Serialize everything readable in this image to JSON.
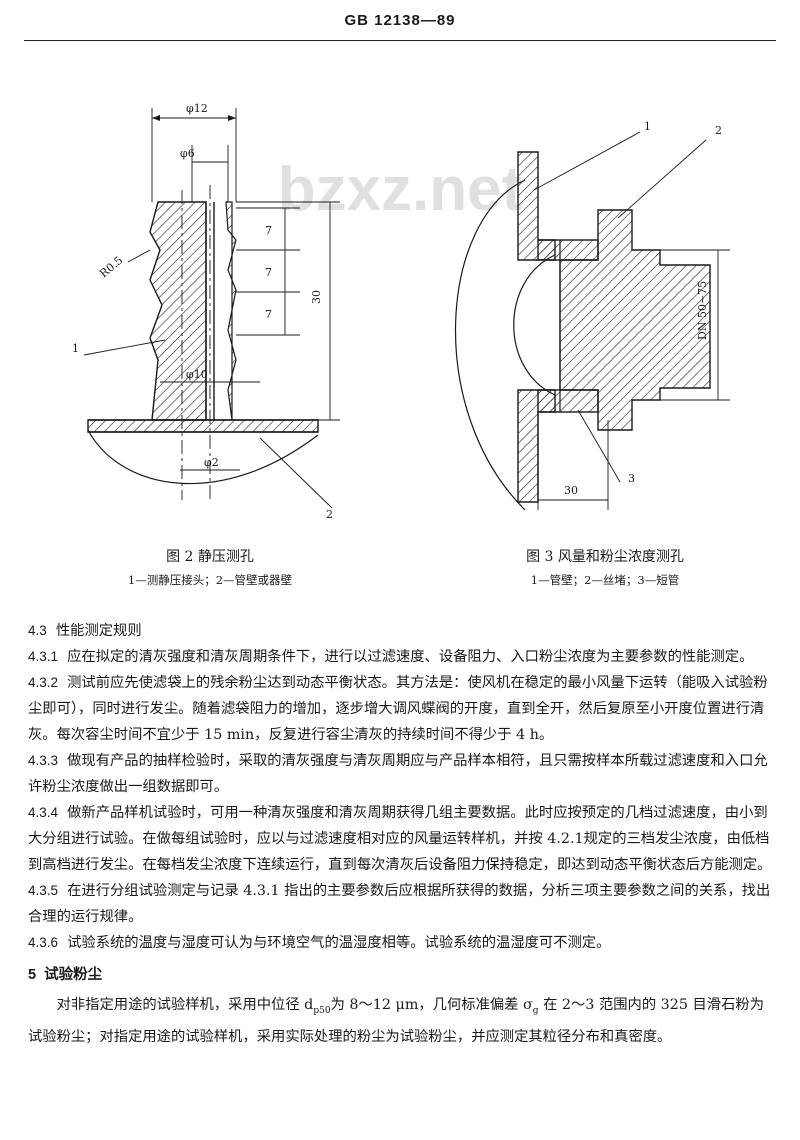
{
  "header": {
    "standard_code": "GB 12138—89"
  },
  "watermark": "bzxz.net",
  "figure2": {
    "caption": "图 2   静压测孔",
    "legend": "1—测静压接头；2—管壁或器壁",
    "dims": {
      "d12": "φ12",
      "d6": "φ6",
      "d10": "φ10",
      "d2": "φ2",
      "r05": "R0.5",
      "seg1": "7",
      "seg2": "7",
      "seg3": "7",
      "total": "30"
    },
    "callouts": {
      "c1": "1",
      "c2": "2"
    }
  },
  "figure3": {
    "caption": "图 3   风量和粉尘浓度测孔",
    "legend": "1—管壁；2—丝堵；3—短管",
    "dims": {
      "dn": "DN 50~75",
      "len": "30"
    },
    "callouts": {
      "c1": "1",
      "c2": "2",
      "c3": "3"
    }
  },
  "sections": [
    {
      "id": "4.3",
      "number": "4.3",
      "text": "性能测定规则"
    },
    {
      "id": "4.3.1",
      "number": "4.3.1",
      "text": "应在拟定的清灰强度和清灰周期条件下，进行以过滤速度、设备阻力、入口粉尘浓度为主要参数的性能测定。"
    },
    {
      "id": "4.3.2",
      "number": "4.3.2",
      "text": "测试前应先使滤袋上的残余粉尘达到动态平衡状态。其方法是：使风机在稳定的最小风量下运转（能吸入试验粉尘即可），同时进行发尘。随着滤袋阻力的增加，逐步增大调风蝶阀的开度，直到全开，然后复原至小开度位置进行清灰。每次容尘时间不宜少于 15 min，反复进行容尘清灰的持续时间不得少于 4 h。"
    },
    {
      "id": "4.3.3",
      "number": "4.3.3",
      "text": "做现有产品的抽样检验时，采取的清灰强度与清灰周期应与产品样本相符，且只需按样本所载过滤速度和入口允许粉尘浓度做出一组数据即可。"
    },
    {
      "id": "4.3.4",
      "number": "4.3.4",
      "text": "做新产品样机试验时，可用一种清灰强度和清灰周期获得几组主要数据。此时应按预定的几档过滤速度，由小到大分组进行试验。在做每组试验时，应以与过滤速度相对应的风量运转样机，并按 4.2.1规定的三档发尘浓度，由低档到高档进行发尘。在每档发尘浓度下连续运行，直到每次清灰后设备阻力保持稳定，即达到动态平衡状态后方能测定。"
    },
    {
      "id": "4.3.5",
      "number": "4.3.5",
      "text": "在进行分组试验测定与记录 4.3.1 指出的主要参数后应根据所获得的数据，分析三项主要参数之间的关系，找出合理的运行规律。"
    },
    {
      "id": "4.3.6",
      "number": "4.3.6",
      "text": "试验系统的温度与湿度可认为与环境空气的温湿度相等。试验系统的温湿度可不测定。"
    }
  ],
  "section5": {
    "number": "5",
    "title": "试验粉尘",
    "para_a": "对非指定用途的试验样机，采用中位径 d",
    "sub_a": "p50",
    "para_b": "为 8～12 μm，几何标准偏差 σ",
    "sub_b": "g",
    "para_c": " 在 2～3 范围内的 325 目滑石粉为试验粉尘；对指定用途的试验样机，采用实际处理的粉尘为试验粉尘，并应测定其粒径分布和真密度。"
  }
}
